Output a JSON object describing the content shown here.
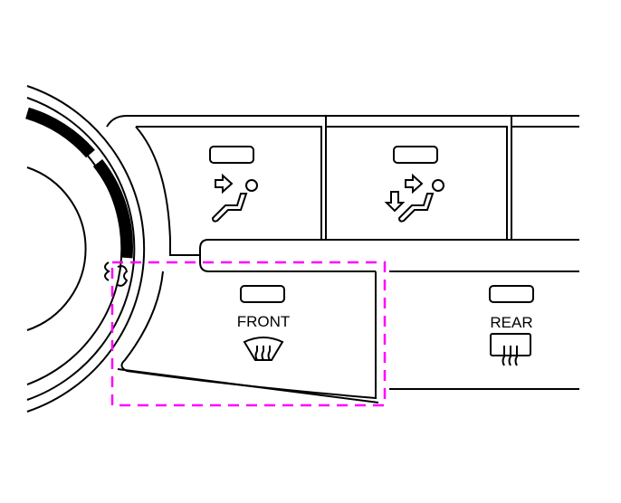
{
  "buttons": {
    "face_label": "",
    "front_defroster": {
      "label": "FRONT",
      "icon": "windshield-defroster-icon"
    },
    "rear_defroster": {
      "label": "REAR",
      "icon": "rear-window-defroster-icon"
    },
    "face_vent_icon": "face-vent-icon",
    "bilevel_vent_icon": "bi-level-vent-icon"
  },
  "highlight": {
    "color": "#ff00ff",
    "target": "FRONT"
  }
}
